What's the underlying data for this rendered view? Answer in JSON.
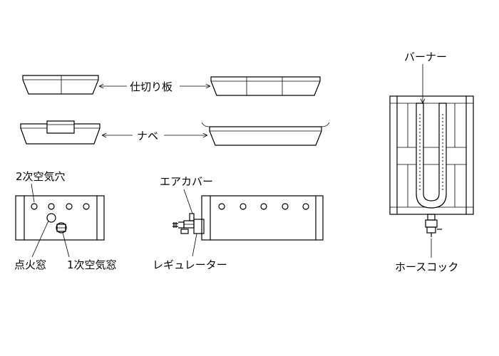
{
  "labels": {
    "divider": "仕切り板",
    "pan": "ナベ",
    "secondary_air_hole": "2次空気穴",
    "ignition_window": "点火窓",
    "primary_air_window": "1次空気窓",
    "air_cover": "エアカバー",
    "regulator": "レギュレーター",
    "burner": "バーナー",
    "hose_cock": "ホースコック"
  }
}
